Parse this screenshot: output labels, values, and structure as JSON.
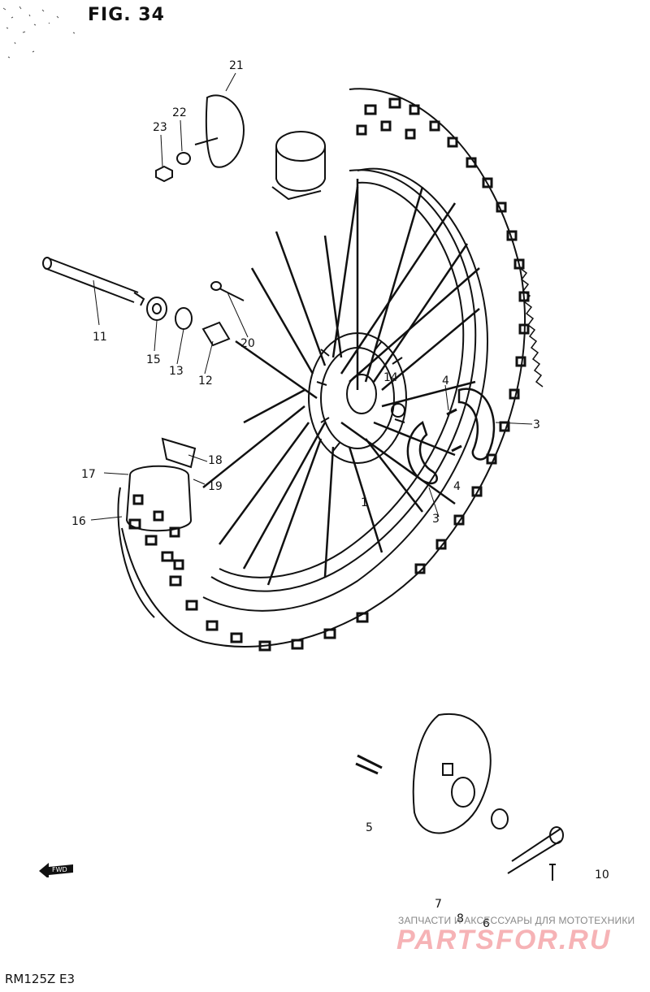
{
  "figure": {
    "title": "FIG. 34",
    "model": "RM125Z  E3"
  },
  "callouts": [
    {
      "id": "21",
      "text": "21"
    },
    {
      "id": "22",
      "text": "22"
    },
    {
      "id": "23",
      "text": "23"
    },
    {
      "id": "11",
      "text": "11"
    },
    {
      "id": "15",
      "text": "15"
    },
    {
      "id": "13",
      "text": "13"
    },
    {
      "id": "12",
      "text": "12"
    },
    {
      "id": "20",
      "text": "20"
    },
    {
      "id": "14",
      "text": "14"
    },
    {
      "id": "4a",
      "text": "4"
    },
    {
      "id": "3a",
      "text": "3"
    },
    {
      "id": "18",
      "text": "18"
    },
    {
      "id": "17",
      "text": "17"
    },
    {
      "id": "19",
      "text": "19"
    },
    {
      "id": "16",
      "text": "16"
    },
    {
      "id": "1",
      "text": "1"
    },
    {
      "id": "4b",
      "text": "4"
    },
    {
      "id": "3b",
      "text": "3"
    },
    {
      "id": "5",
      "text": "5"
    },
    {
      "id": "10",
      "text": "10"
    },
    {
      "id": "7",
      "text": "7"
    },
    {
      "id": "8",
      "text": "8"
    },
    {
      "id": "6",
      "text": "6"
    }
  ],
  "fwd_label": "FWD",
  "watermark": {
    "tagline": "ЗАПЧАСТИ И АКСЕССУАРЫ ДЛЯ МОТОТЕХНИКИ",
    "brand": "PARTSFOR.RU"
  }
}
